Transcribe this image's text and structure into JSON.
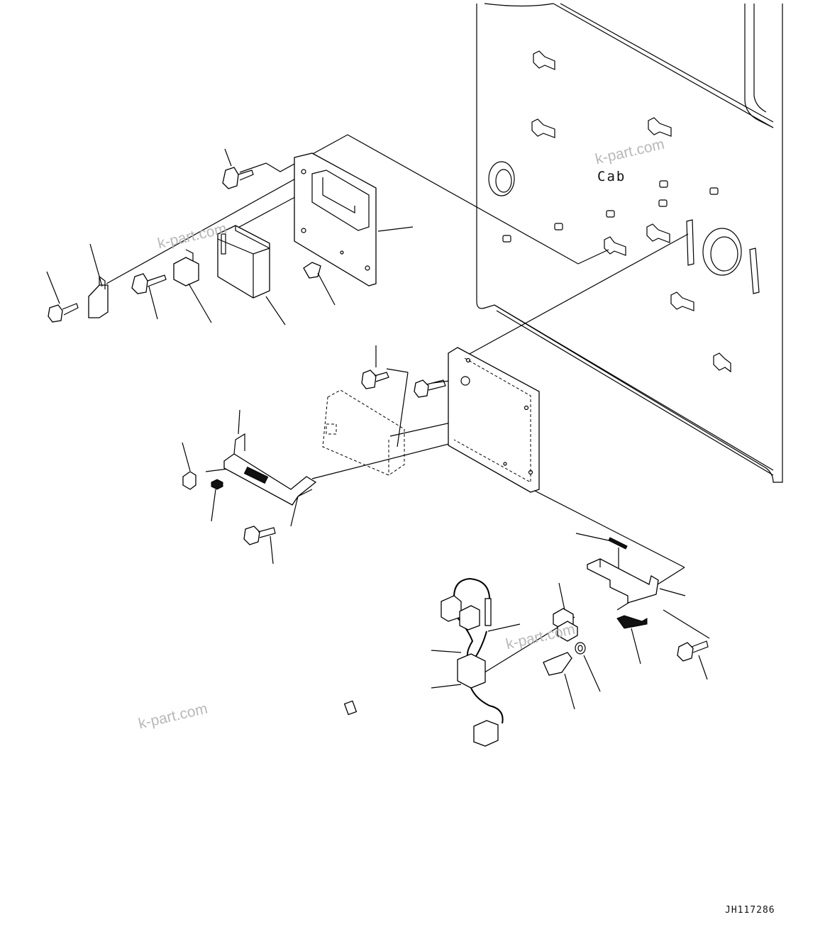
{
  "diagram": {
    "cab_label": "Cab",
    "drawing_code": "JH117286",
    "watermarks": [
      "k-part.com",
      "k-part.com",
      "k-part.com",
      "k-part.com"
    ]
  }
}
